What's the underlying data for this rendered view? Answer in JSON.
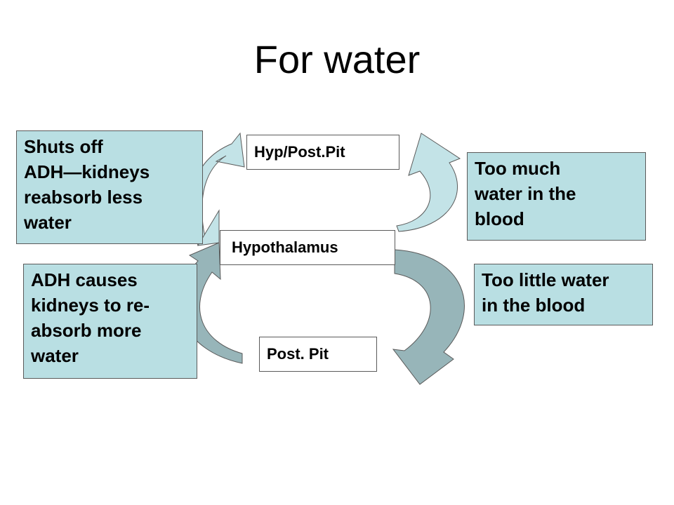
{
  "title": "For water",
  "colors": {
    "box_fill": "#b9dfe3",
    "arrow_upper_fill": "#c3e3e7",
    "arrow_lower_fill": "#97b5b9",
    "outline": "#5a5a5a"
  },
  "nodes": {
    "hyp_post_pit": "Hyp/Post.Pit",
    "hypothalamus": "Hypothalamus",
    "post_pit": "Post. Pit"
  },
  "notes": {
    "shuts_off": "Shuts off\nADH—kidneys\nreabsorb less\nwater",
    "adh_causes": "ADH causes\nkidneys to re-\nabsorb more\nwater",
    "too_much": "Too much\nwater in the\nblood",
    "too_little": "Too little water\nin the blood"
  }
}
